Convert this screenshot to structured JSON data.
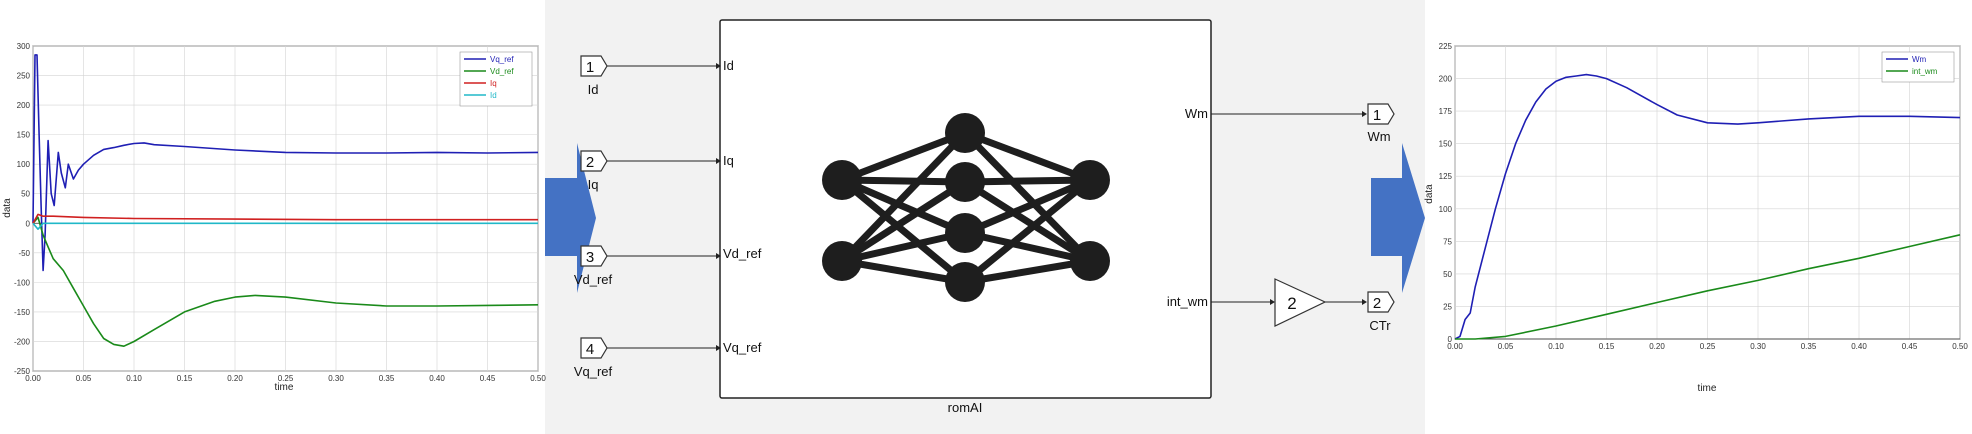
{
  "colors": {
    "arrow": "#4472c4",
    "diagram_bg": "#f2f2f2",
    "neuron": "#1e1e1e"
  },
  "diagram": {
    "block_name": "romAI",
    "inputs": [
      {
        "num": "1",
        "name": "Id"
      },
      {
        "num": "2",
        "name": "Iq"
      },
      {
        "num": "3",
        "name": "Vd_ref"
      },
      {
        "num": "4",
        "name": "Vq_ref"
      }
    ],
    "block_outputs": [
      "Wm",
      "int_wm"
    ],
    "gain": "2",
    "outputs": [
      {
        "num": "1",
        "name": "Wm"
      },
      {
        "num": "2",
        "name": "CTr"
      }
    ],
    "icons": [
      "neural-network-icon",
      "right-arrow-icon"
    ]
  },
  "chart_data": [
    {
      "type": "line",
      "title": "",
      "xlabel": "time",
      "ylabel": "data",
      "xlim": [
        0,
        0.5
      ],
      "ylim": [
        -250,
        300
      ],
      "xticks": [
        "0.00",
        "0.05",
        "0.10",
        "0.15",
        "0.20",
        "0.25",
        "0.30",
        "0.35",
        "0.40",
        "0.45",
        "0.50"
      ],
      "yticks": [
        "300",
        "250",
        "200",
        "150",
        "100",
        "50",
        "0",
        "-50",
        "-100",
        "-150",
        "-200",
        "-250"
      ],
      "grid": true,
      "legend": "top-right",
      "series": [
        {
          "name": "Vq_ref",
          "color": "#1f1fb4",
          "x": [
            0,
            0.002,
            0.004,
            0.006,
            0.008,
            0.01,
            0.012,
            0.015,
            0.018,
            0.021,
            0.025,
            0.028,
            0.032,
            0.035,
            0.04,
            0.045,
            0.05,
            0.06,
            0.07,
            0.08,
            0.09,
            0.1,
            0.11,
            0.12,
            0.15,
            0.2,
            0.25,
            0.3,
            0.35,
            0.4,
            0.45,
            0.5
          ],
          "y": [
            0,
            285,
            285,
            150,
            30,
            -80,
            -20,
            140,
            50,
            30,
            120,
            85,
            60,
            100,
            75,
            90,
            100,
            115,
            125,
            128,
            132,
            135,
            136,
            133,
            130,
            124,
            120,
            119,
            119,
            120,
            119,
            120
          ]
        },
        {
          "name": "Vd_ref",
          "color": "#1a8a1a",
          "x": [
            0,
            0.005,
            0.01,
            0.015,
            0.02,
            0.03,
            0.04,
            0.05,
            0.06,
            0.07,
            0.08,
            0.09,
            0.1,
            0.12,
            0.15,
            0.18,
            0.2,
            0.22,
            0.25,
            0.3,
            0.35,
            0.4,
            0.45,
            0.5
          ],
          "y": [
            0,
            10,
            -20,
            -40,
            -60,
            -80,
            -110,
            -140,
            -170,
            -195,
            -205,
            -208,
            -200,
            -180,
            -150,
            -132,
            -125,
            -122,
            -125,
            -135,
            -140,
            -140,
            -139,
            -138
          ]
        },
        {
          "name": "Iq",
          "color": "#d02020",
          "x": [
            0,
            0.005,
            0.01,
            0.02,
            0.05,
            0.1,
            0.2,
            0.3,
            0.4,
            0.5
          ],
          "y": [
            0,
            15,
            12,
            12,
            10,
            8,
            7,
            6,
            6,
            6
          ]
        },
        {
          "name": "Id",
          "color": "#20b8c8",
          "x": [
            0,
            0.005,
            0.01,
            0.02,
            0.1,
            0.2,
            0.3,
            0.4,
            0.5
          ],
          "y": [
            0,
            -10,
            0,
            0,
            0,
            0,
            0,
            0,
            0
          ]
        }
      ]
    },
    {
      "type": "line",
      "title": "",
      "xlabel": "time",
      "ylabel": "data",
      "xlim": [
        0,
        0.5
      ],
      "ylim": [
        0,
        225
      ],
      "xticks": [
        "0.00",
        "0.05",
        "0.10",
        "0.15",
        "0.20",
        "0.25",
        "0.30",
        "0.35",
        "0.40",
        "0.45",
        "0.50"
      ],
      "yticks": [
        "225",
        "200",
        "175",
        "150",
        "125",
        "100",
        "75",
        "50",
        "25",
        "0"
      ],
      "grid": true,
      "legend": "top-right",
      "series": [
        {
          "name": "Wm",
          "color": "#1f1fb4",
          "x": [
            0,
            0.005,
            0.01,
            0.015,
            0.02,
            0.03,
            0.04,
            0.05,
            0.06,
            0.07,
            0.08,
            0.09,
            0.1,
            0.11,
            0.12,
            0.13,
            0.14,
            0.15,
            0.17,
            0.2,
            0.22,
            0.25,
            0.28,
            0.3,
            0.35,
            0.4,
            0.45,
            0.5
          ],
          "y": [
            0,
            2,
            15,
            20,
            40,
            70,
            100,
            127,
            150,
            168,
            182,
            192,
            198,
            201,
            202,
            203,
            202,
            200,
            193,
            180,
            172,
            166,
            165,
            166,
            169,
            171,
            171,
            170
          ]
        },
        {
          "name": "int_wm",
          "color": "#1a8a1a",
          "x": [
            0,
            0.02,
            0.05,
            0.1,
            0.15,
            0.2,
            0.25,
            0.3,
            0.35,
            0.4,
            0.45,
            0.5
          ],
          "y": [
            0,
            0,
            2,
            10,
            19,
            28,
            37,
            45,
            54,
            62,
            71,
            80
          ]
        }
      ]
    }
  ]
}
